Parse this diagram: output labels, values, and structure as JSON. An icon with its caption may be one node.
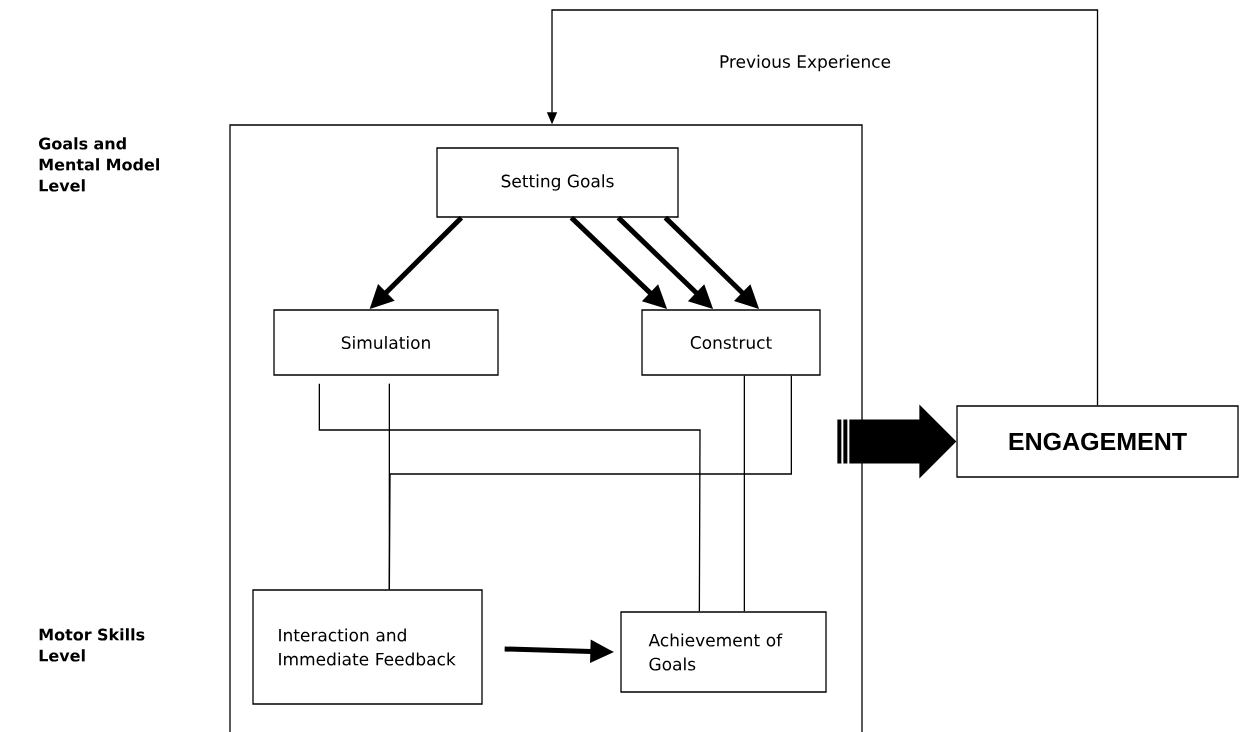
{
  "diagram": {
    "nodes": [
      {
        "text": [],
        "shape": "box"
      },
      {
        "text": [
          "Setting Goals"
        ],
        "in": 0
      },
      {
        "text": [
          "Simulation"
        ],
        "in": 0
      },
      {
        "text": [
          "Construct"
        ],
        "in": 0
      },
      {
        "text": [
          "Interaction and Immediate Feedback"
        ],
        "in": 0
      },
      {
        "text": [
          "Achievement of Goals"
        ],
        "in": 0
      },
      {
        "text": [
          "ENGAGEMENT"
        ]
      }
    ],
    "edges": [
      {
        "from": 6,
        "to": 0,
        "arrow": "to",
        "label": "Previous Experience"
      },
      {
        "from": 1,
        "to": 2,
        "arrow": "to",
        "style": "thick"
      },
      {
        "from": 1,
        "to": 3,
        "arrow": "to",
        "style": "thick"
      },
      {
        "from": 1,
        "to": 3,
        "arrow": "to",
        "style": "thick"
      },
      {
        "from": 1,
        "to": 3,
        "arrow": "to",
        "style": "thick"
      },
      {
        "from": 2,
        "to": 5,
        "arrow": "none"
      },
      {
        "from": 2,
        "to": 4,
        "arrow": "none"
      },
      {
        "from": 3,
        "to": 4,
        "arrow": "none"
      },
      {
        "from": 3,
        "to": 5,
        "arrow": "none"
      },
      {
        "from": 4,
        "to": 5,
        "arrow": "to",
        "style": "thick"
      },
      {
        "from": 0,
        "to": 6,
        "arrow": "to",
        "style": "thick"
      }
    ],
    "labels": [
      "Goals and Mental Model Level",
      "Motor Skills Level"
    ]
  }
}
